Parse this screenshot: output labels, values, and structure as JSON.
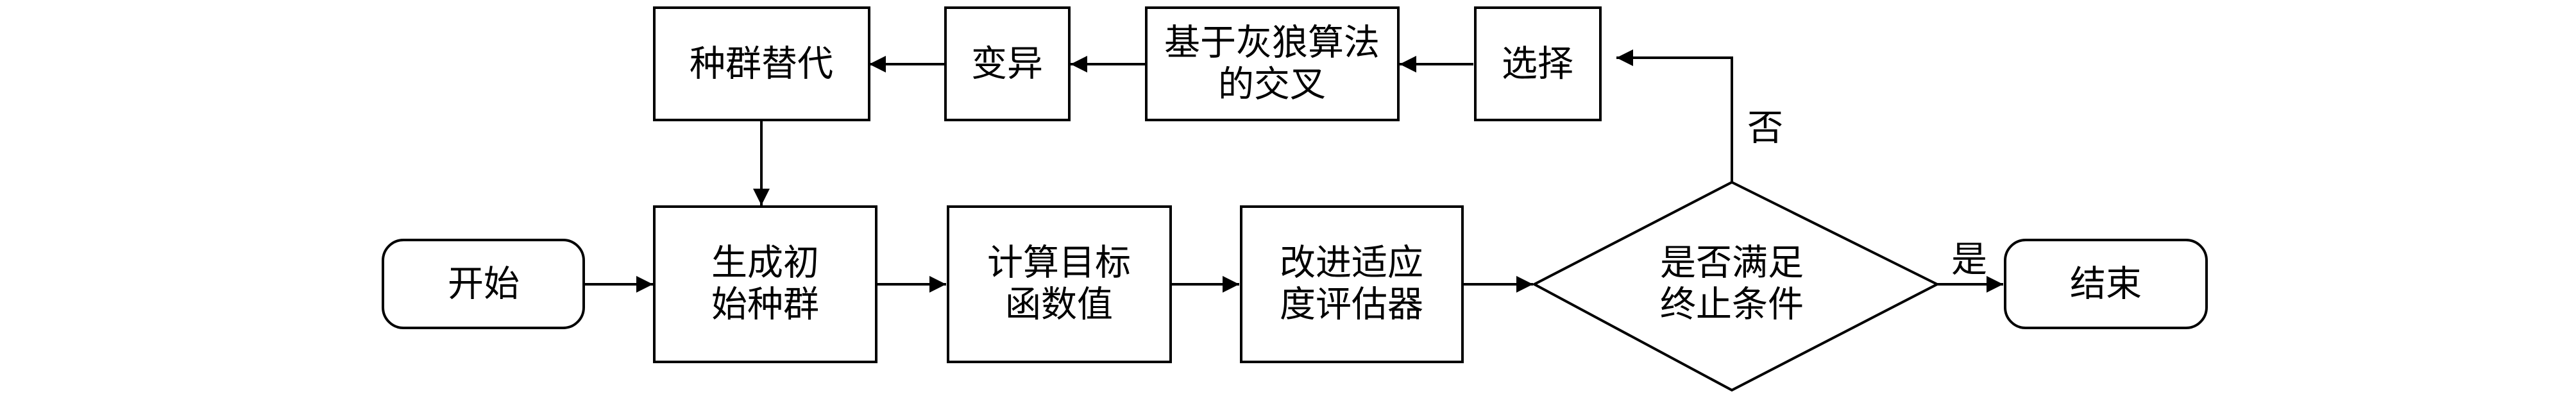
{
  "diagram": {
    "nodes": {
      "start": "开始",
      "init_line1": "生成初",
      "init_line2": "始种群",
      "fitness_line1": "计算目标",
      "fitness_line2": "函数值",
      "estimator_line1": "改进适应",
      "estimator_line2": "度评估器",
      "condition_line1": "是否满足",
      "condition_line2": "终止条件",
      "end": "结束",
      "select": "选择",
      "crossover_line1": "基于灰狼算法",
      "crossover_line2": "的交叉",
      "mutation": "变异",
      "replace": "种群替代"
    },
    "edge_labels": {
      "yes": "是",
      "no": "否"
    }
  }
}
